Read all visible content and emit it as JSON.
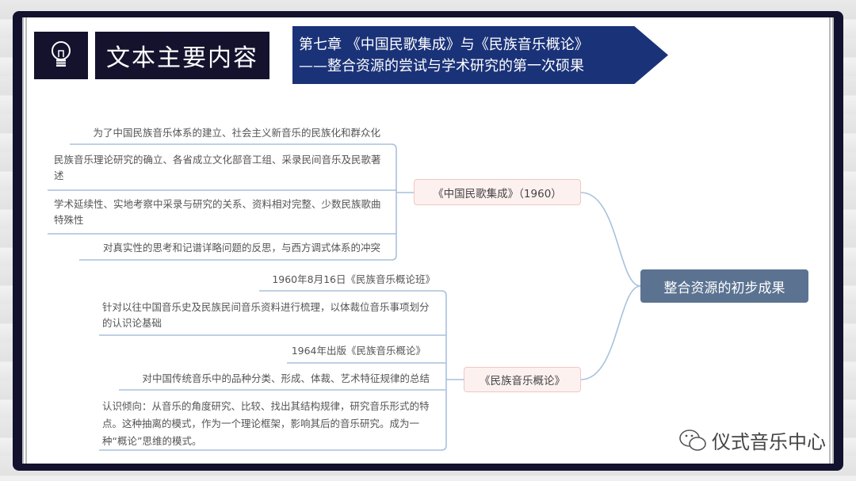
{
  "header": {
    "title": "文本主要内容",
    "chapter_line1": "第七章 《中国民歌集成》与《民族音乐概论》",
    "chapter_line2": "——整合资源的尝试与学术研究的第一次硕果"
  },
  "mindmap": {
    "root": "整合资源的初步成果",
    "branches": [
      {
        "label": "《中国民歌集成》（1960）",
        "leaves": [
          "为了中国民族音乐体系的建立、社会主义新音乐的民族化和群众化",
          "民族音乐理论研究的确立、各省成立文化部音工组、采录民间音乐及民歌著述",
          "学术延续性、实地考察中采录与研究的关系、资料相对完整、少数民族歌曲特殊性",
          "对真实性的思考和记谱详略问题的反思，与西方调式体系的冲突"
        ]
      },
      {
        "label": "《民族音乐概论》",
        "leaves": [
          "1960年8月16日《民族音乐概论班》",
          "针对以往中国音乐史及民族民间音乐资料进行梳理，以体裁位音乐事项划分的认识论基础",
          "1964年出版《民族音乐概论》",
          "对中国传统音乐中的品种分类、形成、体裁、艺术特征规律的总结",
          "认识倾向：从音乐的角度研究、比较、找出其结构规律，研究音乐形式的特点。这种抽离的模式，作为一个理论框架，影响其后的音乐研究。成为一种“概论”思维的模式。"
        ]
      }
    ]
  },
  "watermark": "仪式音乐中心",
  "colors": {
    "frame": "#12112e",
    "banner": "#1a3278",
    "root": "#5b7391",
    "line": "#a9c1dc"
  }
}
